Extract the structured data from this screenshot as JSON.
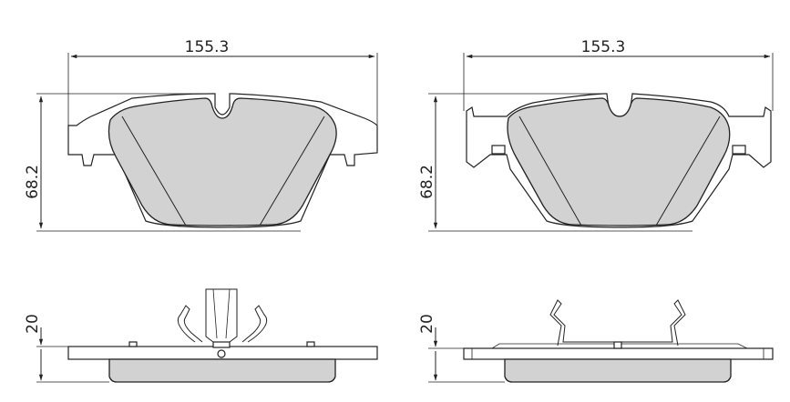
{
  "dimensions": {
    "left_front_width": "155.3",
    "left_front_height": "68.2",
    "right_front_width": "155.3",
    "right_front_height": "68.2",
    "left_side_thickness": "20",
    "right_side_thickness": "20"
  },
  "colors": {
    "line": "#222222",
    "friction_material": "#d2d2d2",
    "background": "#ffffff"
  }
}
